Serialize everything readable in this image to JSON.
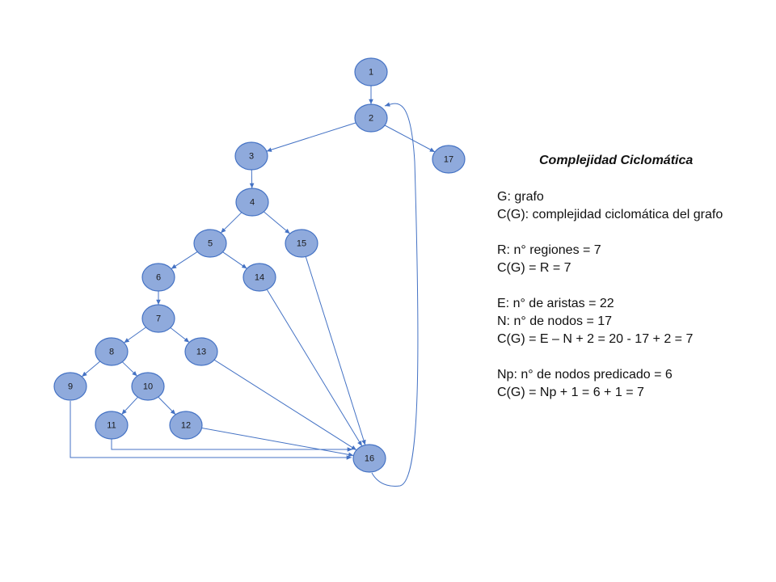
{
  "graph": {
    "nodes": [
      {
        "id": "1",
        "label": "1"
      },
      {
        "id": "2",
        "label": "2"
      },
      {
        "id": "3",
        "label": "3"
      },
      {
        "id": "4",
        "label": "4"
      },
      {
        "id": "5",
        "label": "5"
      },
      {
        "id": "6",
        "label": "6"
      },
      {
        "id": "7",
        "label": "7"
      },
      {
        "id": "8",
        "label": "8"
      },
      {
        "id": "9",
        "label": "9"
      },
      {
        "id": "10",
        "label": "10"
      },
      {
        "id": "11",
        "label": "11"
      },
      {
        "id": "12",
        "label": "12"
      },
      {
        "id": "13",
        "label": "13"
      },
      {
        "id": "14",
        "label": "14"
      },
      {
        "id": "15",
        "label": "15"
      },
      {
        "id": "16",
        "label": "16"
      },
      {
        "id": "17",
        "label": "17"
      }
    ],
    "edges": [
      {
        "from": "1",
        "to": "2"
      },
      {
        "from": "2",
        "to": "3"
      },
      {
        "from": "2",
        "to": "17"
      },
      {
        "from": "3",
        "to": "4"
      },
      {
        "from": "4",
        "to": "5"
      },
      {
        "from": "4",
        "to": "15"
      },
      {
        "from": "5",
        "to": "6"
      },
      {
        "from": "5",
        "to": "14"
      },
      {
        "from": "6",
        "to": "7"
      },
      {
        "from": "7",
        "to": "8"
      },
      {
        "from": "7",
        "to": "13"
      },
      {
        "from": "8",
        "to": "9"
      },
      {
        "from": "8",
        "to": "10"
      },
      {
        "from": "10",
        "to": "11"
      },
      {
        "from": "10",
        "to": "12"
      },
      {
        "from": "9",
        "to": "16"
      },
      {
        "from": "11",
        "to": "16"
      },
      {
        "from": "12",
        "to": "16"
      },
      {
        "from": "13",
        "to": "16"
      },
      {
        "from": "14",
        "to": "16"
      },
      {
        "from": "15",
        "to": "16"
      },
      {
        "from": "16",
        "to": "2"
      }
    ]
  },
  "info": {
    "title": "Complejidad Ciclomática",
    "groups": [
      [
        "G: grafo",
        "C(G): complejidad ciclomática del grafo"
      ],
      [
        "R: n° regiones = 7",
        "C(G) = R = 7"
      ],
      [
        "E: n° de aristas = 22",
        "N: n° de nodos = 17",
        "C(G) = E – N + 2 = 20 - 17 + 2 = 7"
      ],
      [
        "Np: n° de nodos predicado = 6",
        "C(G) = Np + 1 = 6 + 1 = 7"
      ]
    ]
  },
  "colors": {
    "node_fill": "#8faadc",
    "node_stroke": "#4472c4",
    "edge": "#4472c4"
  }
}
